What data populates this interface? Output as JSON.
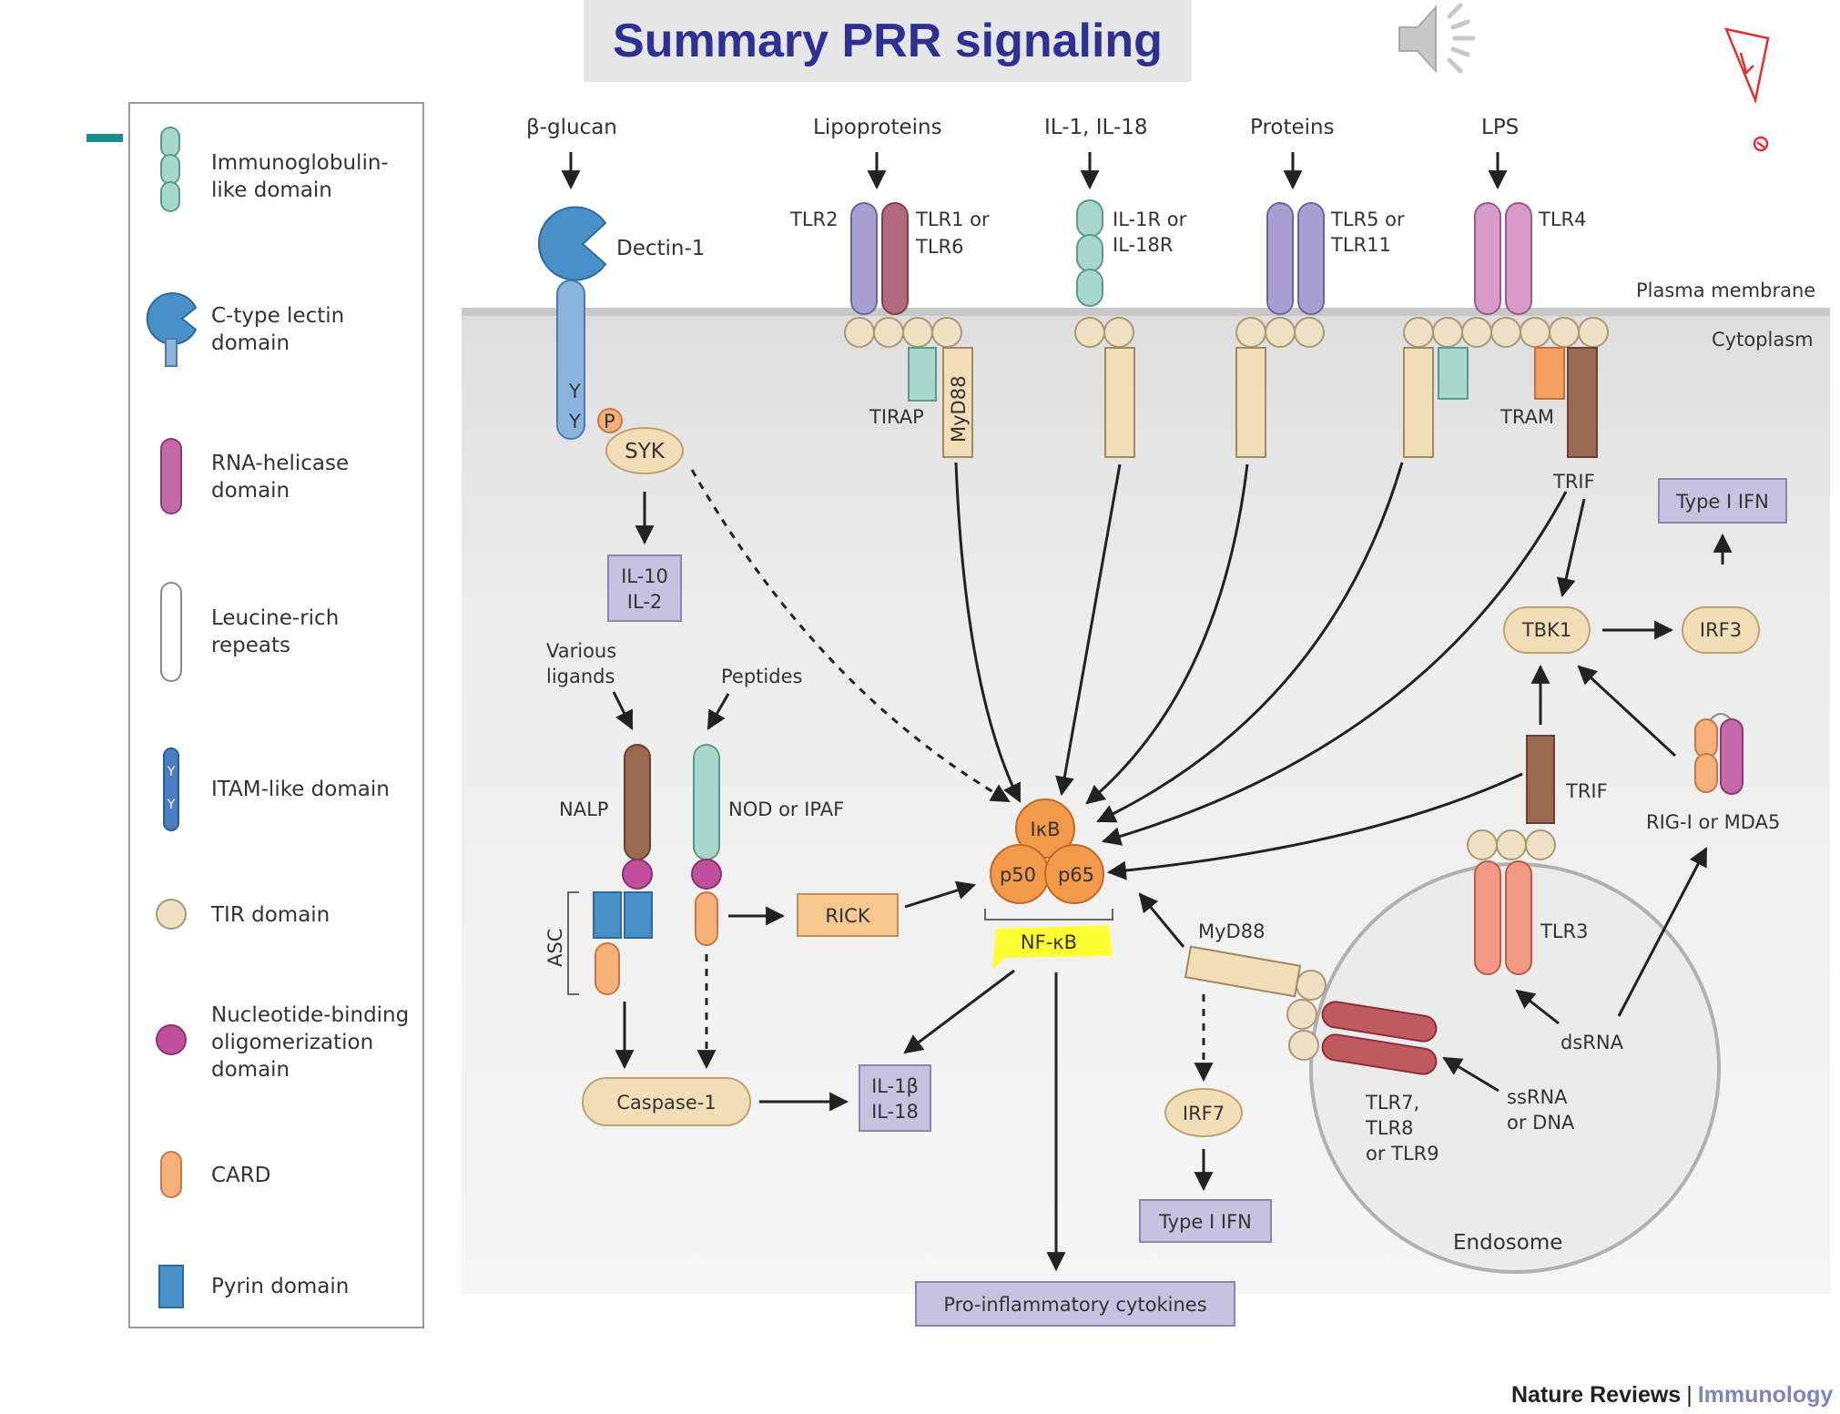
{
  "slide": {
    "title": "Summary PRR signaling",
    "credit_journal": "Nature Reviews",
    "credit_separator": "|",
    "credit_section": "Immunology"
  },
  "legend": [
    {
      "icon": "immunoglobulin-domain-icon",
      "label_lines": [
        "Immunoglobulin-",
        "like domain"
      ]
    },
    {
      "icon": "c-type-lectin-icon",
      "label_lines": [
        "C-type lectin",
        "domain"
      ]
    },
    {
      "icon": "rna-helicase-icon",
      "label_lines": [
        "RNA-helicase",
        "domain"
      ]
    },
    {
      "icon": "leucine-rich-icon",
      "label_lines": [
        "Leucine-rich",
        "repeats"
      ]
    },
    {
      "icon": "itam-like-icon",
      "label_lines": [
        "ITAM-like domain"
      ]
    },
    {
      "icon": "tir-domain-icon",
      "label_lines": [
        "TIR domain"
      ]
    },
    {
      "icon": "nod-domain-icon",
      "label_lines": [
        "Nucleotide-binding",
        "oligomerization",
        "domain"
      ]
    },
    {
      "icon": "card-icon",
      "label_lines": [
        "CARD"
      ]
    },
    {
      "icon": "pyrin-domain-icon",
      "label_lines": [
        "Pyrin domain"
      ]
    }
  ],
  "diagram": {
    "ligands": {
      "beta_glucan": "β-glucan",
      "lipoproteins": "Lipoproteins",
      "il1_il18": "IL-1, IL-18",
      "proteins": "Proteins",
      "lps": "LPS",
      "various": [
        "Various",
        "ligands"
      ],
      "peptides": "Peptides",
      "dsrna": "dsRNA",
      "ssrna": [
        "ssRNA",
        "or DNA"
      ]
    },
    "receptors": {
      "dectin": "Dectin-1",
      "tlr2": "TLR2",
      "tlr1": [
        "TLR1 or",
        "TLR6"
      ],
      "il1r": [
        "IL-1R or",
        "IL-18R"
      ],
      "tlr5": [
        "TLR5 or",
        "TLR11"
      ],
      "tlr4": "TLR4",
      "tlr3": "TLR3",
      "tlr7": [
        "TLR7,",
        "TLR8",
        "or TLR9"
      ],
      "nalp": "NALP",
      "nod": "NOD or IPAF",
      "rig": "RIG-I or MDA5",
      "asc": "ASC"
    },
    "compartments": {
      "membrane": "Plasma membrane",
      "cytoplasm": "Cytoplasm",
      "endosome": "Endosome"
    },
    "adaptors": {
      "y": "Y",
      "p": "P",
      "syk": "SYK",
      "tirap": "TIRAP",
      "myd88": "MyD88",
      "tram": "TRAM",
      "trif": "TRIF",
      "tbk1": "TBK1",
      "irf3": "IRF3",
      "irf7": "IRF7",
      "rick": "RICK",
      "caspase": "Caspase-1",
      "ikb": "IκB",
      "p50": "p50",
      "p65": "p65",
      "nfkb": "NF-κB"
    },
    "outputs": {
      "il10": [
        "IL-10",
        "IL-2"
      ],
      "il1b": [
        "IL-1β",
        "IL-18"
      ],
      "type1_ifn": "Type I IFN",
      "pro_inflammatory": "Pro-inflammatory cytokines"
    }
  },
  "colors": {
    "title": "#2e3192",
    "cytoplasm": "#eeeeee",
    "tir": "#eee0c2",
    "card": "#f6b07a",
    "nod": "#c04f9c",
    "immunoglobulin": "#a8d8cc",
    "highlight": "#ffff33",
    "output_box": "#c6c2e0"
  }
}
